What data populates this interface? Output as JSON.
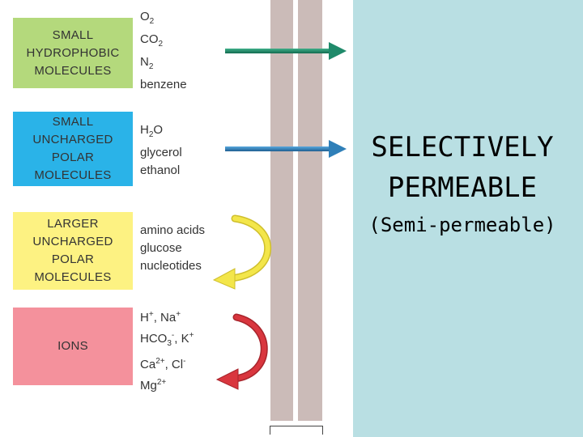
{
  "categories": [
    {
      "label": "SMALL\nHYDROPHOBIC\nMOLECULES",
      "color": "#b4d97c",
      "molecules": [
        {
          "base": "O",
          "sub": "2",
          "sup": "",
          "rest": ""
        },
        {
          "base": "CO",
          "sub": "2",
          "sup": "",
          "rest": ""
        },
        {
          "base": "N",
          "sub": "2",
          "sup": "",
          "rest": ""
        },
        {
          "base": "benzene",
          "sub": "",
          "sup": "",
          "rest": ""
        }
      ]
    },
    {
      "label": "SMALL\nUNCHARGED\nPOLAR\nMOLECULES",
      "color": "#2ab3e8",
      "molecules": [
        {
          "base": "H",
          "sub": "2",
          "sup": "",
          "rest": "O"
        },
        {
          "base": "glycerol",
          "sub": "",
          "sup": "",
          "rest": ""
        },
        {
          "base": "ethanol",
          "sub": "",
          "sup": "",
          "rest": ""
        }
      ]
    },
    {
      "label": "LARGER\nUNCHARGED\nPOLAR\nMOLECULES",
      "color": "#fdf282",
      "molecules": [
        {
          "base": "amino acids",
          "sub": "",
          "sup": "",
          "rest": ""
        },
        {
          "base": "glucose",
          "sub": "",
          "sup": "",
          "rest": ""
        },
        {
          "base": "nucleotides",
          "sub": "",
          "sup": "",
          "rest": ""
        }
      ]
    },
    {
      "label": "IONS",
      "color": "#f4919c",
      "molecules": [
        {
          "base": "H",
          "sub": "",
          "sup": "+",
          "rest": ", Na",
          "sup2": "+",
          "rest2": ""
        },
        {
          "base": "HCO",
          "sub": "3",
          "sup": "-",
          "rest": ", K",
          "sup2": "+",
          "rest2": ""
        },
        {
          "base": "Ca",
          "sub": "",
          "sup": "2+",
          "rest": ", Cl",
          "sup2": "-",
          "rest2": ""
        },
        {
          "base": "Mg",
          "sub": "",
          "sup": "2+",
          "rest": "",
          "sup2": "",
          "rest2": ""
        }
      ]
    }
  ],
  "title": {
    "line1": "SELECTIVELY",
    "line2": "PERMEABLE",
    "subtitle": "(Semi-permeable)"
  },
  "colors": {
    "right_panel": "#b9dfe3",
    "membrane": "#cbbbb8",
    "arrow_pass_green": "#1f8a6a",
    "arrow_pass_blue": "#2f7fb8",
    "arrow_block_yellow": "#f3e64a",
    "arrow_block_red": "#d9363e"
  }
}
